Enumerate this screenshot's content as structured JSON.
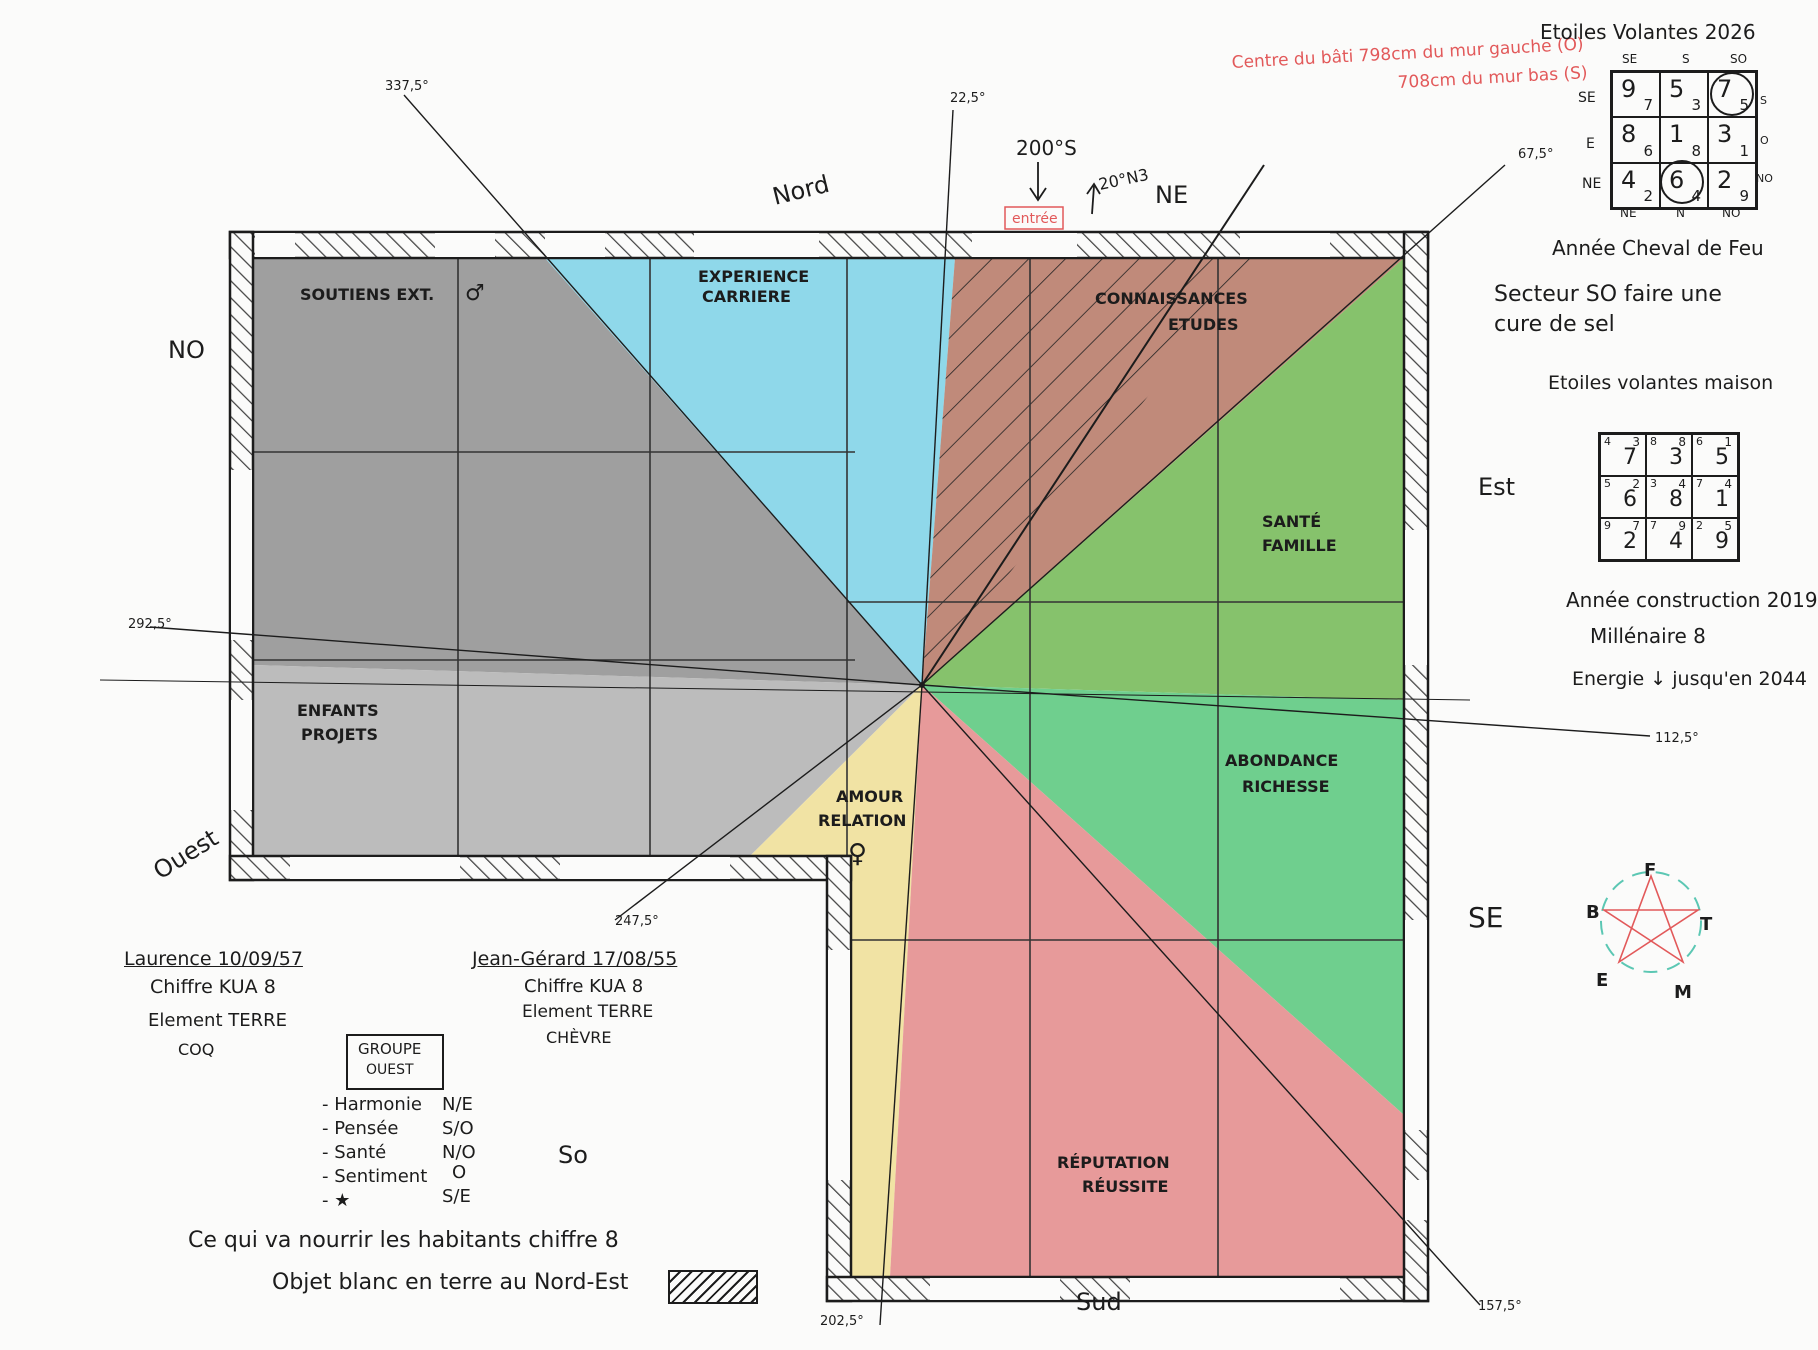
{
  "plan": {
    "zones": [
      {
        "name": "soutiens",
        "label": "SOUTIENS EXT.",
        "symbol": "♂",
        "color": "#8e8e8e"
      },
      {
        "name": "carriere",
        "label_lines": [
          "EXPERIENCE",
          "CARRIERE"
        ],
        "color": "#8fd8ea"
      },
      {
        "name": "connaissances",
        "label_lines": [
          "CONNAISSANCES",
          "ETUDES"
        ],
        "color": "#b97d6b"
      },
      {
        "name": "sante",
        "label_lines": [
          "SANTÉ",
          "FAMILLE"
        ],
        "color": "#86c26c"
      },
      {
        "name": "enfants",
        "label_lines": [
          "ENFANTS",
          "PROJETS"
        ],
        "color": "#b5b5b5"
      },
      {
        "name": "amour",
        "label_lines": [
          "AMOUR",
          "RELATION"
        ],
        "symbol": "♀",
        "color": "#f1e3a4"
      },
      {
        "name": "abondance",
        "label_lines": [
          "ABONDANCE",
          "RICHESSE"
        ],
        "color": "#6fcf8e"
      },
      {
        "name": "reputation",
        "label_lines": [
          "RÉPUTATION",
          "RÉUSSITE"
        ],
        "color": "#e79a9a"
      }
    ],
    "directions": {
      "nord": "Nord",
      "ne": "NE",
      "est": "Est",
      "se": "SE",
      "sud": "Sud",
      "so": "So",
      "ouest": "Ouest",
      "no": "NO"
    },
    "angles": [
      "337,5°",
      "22,5°",
      "67,5°",
      "292,5°",
      "112,5°",
      "247,5°",
      "202,5°",
      "157,5°"
    ],
    "door_reading": "200°S",
    "north_reading": "20°N3",
    "entrance": "entrée",
    "center_note_line1": "Centre du bâti 798cm du mur gauche (O)",
    "center_note_line2": "708cm du mur bas (S)",
    "colors": {
      "red_note": "#e2595a",
      "ink": "#1c1c1c"
    }
  },
  "stars_2026": {
    "title": "Etoiles Volantes 2026",
    "top_labels": [
      "SE",
      "S",
      "SO"
    ],
    "left_labels": [
      "SE",
      "E",
      "NE"
    ],
    "right_labels": [
      "S",
      "O",
      "NO"
    ],
    "bottom_labels": [
      "NE",
      "N",
      "NO"
    ],
    "cells": [
      {
        "big": "9",
        "small": "7"
      },
      {
        "big": "5",
        "small": "3"
      },
      {
        "big": "7",
        "small": "5"
      },
      {
        "big": "8",
        "small": "6"
      },
      {
        "big": "1",
        "small": "8"
      },
      {
        "big": "3",
        "small": "1"
      },
      {
        "big": "4",
        "small": "2"
      },
      {
        "big": "6",
        "small": "4"
      },
      {
        "big": "2",
        "small": "9"
      }
    ]
  },
  "notes": {
    "annee": "Année Cheval de Feu",
    "secteur_line1": "Secteur SO faire une",
    "secteur_line2": "cure de sel",
    "maison_title": "Etoiles volantes maison",
    "construction": "Année construction 2019",
    "millenaire": "Millénaire 8",
    "energie": "Energie ↓ jusqu'en 2044"
  },
  "stars_house": {
    "cells": [
      {
        "tl": "4",
        "tr": "3",
        "c": "7"
      },
      {
        "tl": "8",
        "tr": "8",
        "c": "3"
      },
      {
        "tl": "6",
        "tr": "1",
        "c": "5"
      },
      {
        "tl": "5",
        "tr": "2",
        "c": "6"
      },
      {
        "tl": "3",
        "tr": "4",
        "c": "8"
      },
      {
        "tl": "7",
        "tr": "4",
        "c": "1"
      },
      {
        "tl": "9",
        "tr": "7",
        "c": "2"
      },
      {
        "tl": "7",
        "tr": "9",
        "c": "4"
      },
      {
        "tl": "2",
        "tr": "5",
        "c": "9"
      }
    ]
  },
  "elements_cycle": {
    "f": "F",
    "t": "T",
    "m": "M",
    "e": "E",
    "b": "B"
  },
  "persons": {
    "laurence_name": "Laurence 10/09/57",
    "laurence_kua": "Chiffre KUA 8",
    "laurence_element": "Element TERRE",
    "laurence_sign": "COQ",
    "jg_name": "Jean-Gérard 17/08/55",
    "jg_kua": "Chiffre KUA 8",
    "jg_element": "Element TERRE",
    "jg_sign": "CHÈVRE"
  },
  "groupe": {
    "title_line1": "GROUPE",
    "title_line2": "OUEST",
    "rows": [
      {
        "label": "- Harmonie",
        "value": "N/E"
      },
      {
        "label": "- Pensée",
        "value": "S/O"
      },
      {
        "label": "- Santé",
        "value": "N/O"
      },
      {
        "label": "- Sentiment",
        "value": "O"
      },
      {
        "label": "- ★",
        "value": "S/E"
      }
    ]
  },
  "footer": {
    "line1": "Ce qui va nourrir les habitants chiffre 8",
    "line2": "Objet blanc en terre au Nord-Est"
  }
}
